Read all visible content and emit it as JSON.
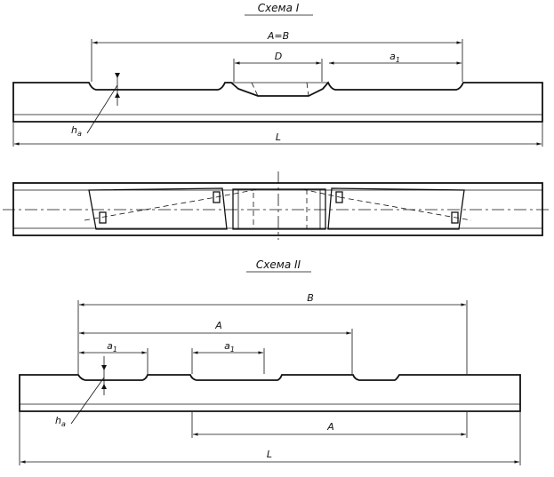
{
  "scheme1": {
    "title": "Схема I",
    "dim_ab": "A=B",
    "dim_d": "D",
    "dim_a1": "a",
    "dim_a1_sub": "1",
    "dim_ha": "h",
    "dim_ha_sub": "a",
    "dim_l": "L"
  },
  "scheme2": {
    "title": "Схема II",
    "dim_b": "B",
    "dim_a_top": "A",
    "dim_a1_left": "a",
    "dim_a1_left_sub": "1",
    "dim_a1_mid": "a",
    "dim_a1_mid_sub": "1",
    "dim_ha": "h",
    "dim_ha_sub": "a",
    "dim_a_bottom": "A",
    "dim_l": "L"
  }
}
